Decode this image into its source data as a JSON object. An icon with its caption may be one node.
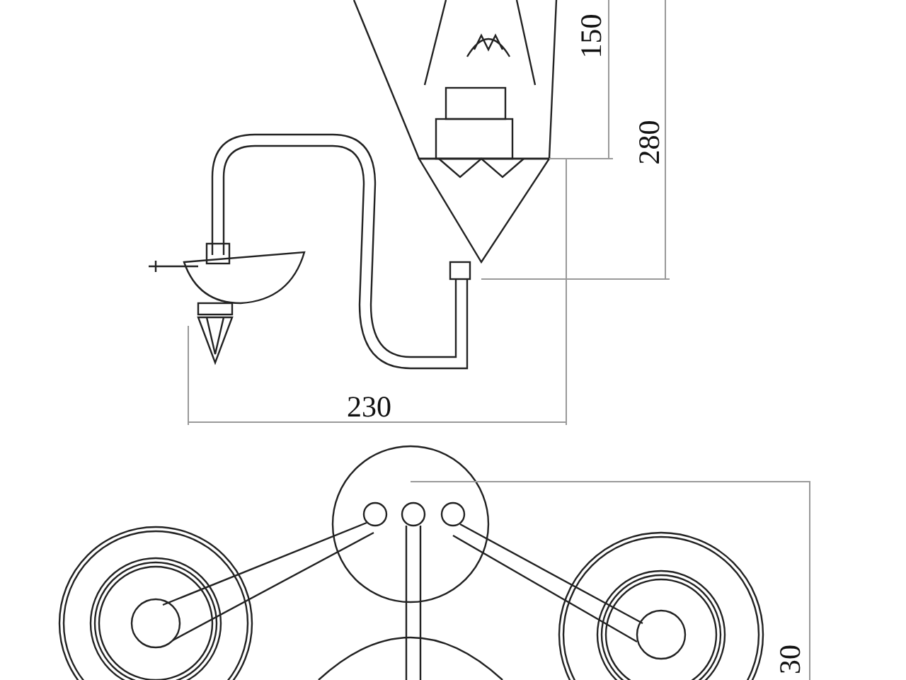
{
  "diagram": {
    "labels": [
      "150",
      "280",
      "230",
      "30"
    ]
  }
}
